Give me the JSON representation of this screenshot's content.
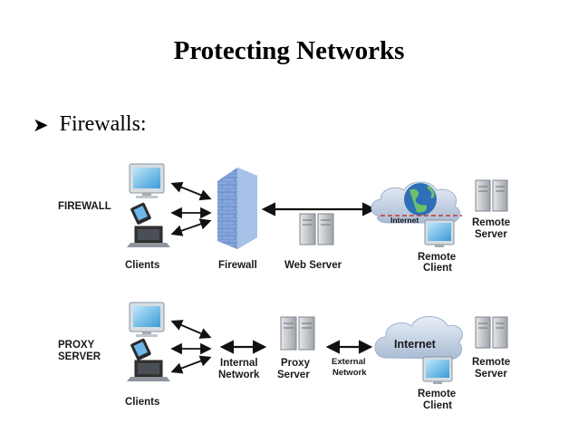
{
  "slide": {
    "title": "Protecting Networks",
    "bullet_icon": "arrowhead-bullet",
    "bullet_text": "Firewalls:"
  },
  "firewall_diagram": {
    "section_label": "FIREWALL",
    "clients_label": "Clients",
    "firewall_label": "Firewall",
    "web_server_label": "Web Server",
    "internet_label": "Internet",
    "remote_server_label_1": "Remote",
    "remote_server_label_2": "Server",
    "remote_client_label_1": "Remote",
    "remote_client_label_2": "Client"
  },
  "proxy_diagram": {
    "section_label_1": "PROXY",
    "section_label_2": "SERVER",
    "clients_label": "Clients",
    "internal_network_label_1": "Internal",
    "internal_network_label_2": "Network",
    "proxy_server_label_1": "Proxy",
    "proxy_server_label_2": "Server",
    "external_network_label_1": "External",
    "external_network_label_2": "Network",
    "internet_label": "Internet",
    "remote_server_label_1": "Remote",
    "remote_server_label_2": "Server",
    "remote_client_label_1": "Remote",
    "remote_client_label_2": "Client"
  },
  "colors": {
    "monitor_blue": "#5fb3e0",
    "wall_blue": "#7a9fd6",
    "cloud": "#c9d6e8",
    "server_gray": "#b9bdc2"
  }
}
